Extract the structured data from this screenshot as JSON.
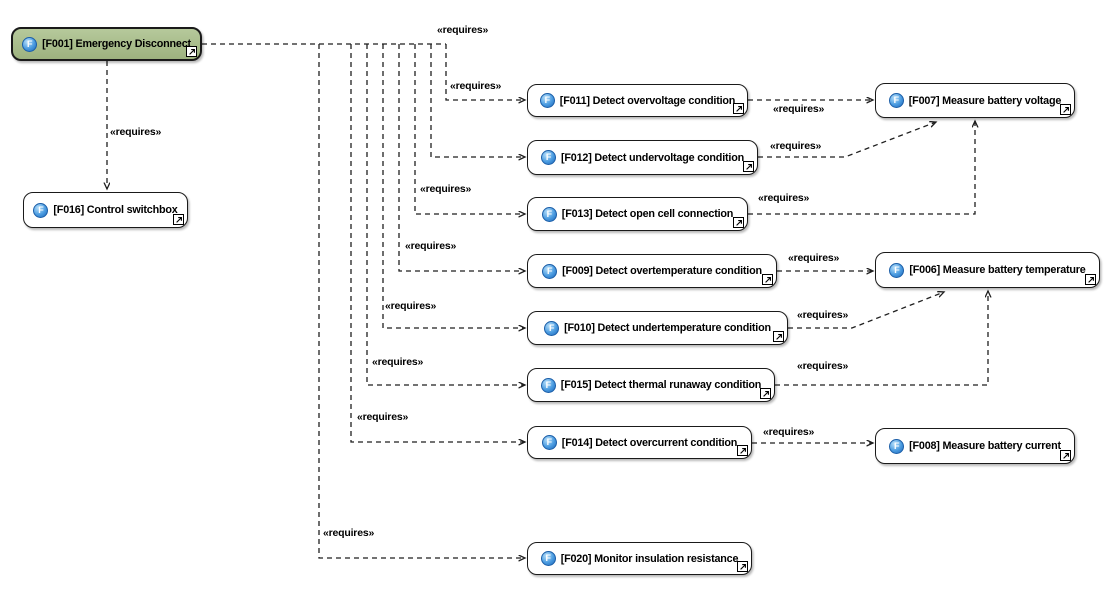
{
  "stereotype": "«requires»",
  "badge_letter": "F",
  "colors": {
    "root_fill_top": "#b6c99b",
    "root_fill_bottom": "#9db27f",
    "node_fill": "#ffffff",
    "border": "#1a1a1a",
    "badge_blue": "#1d66b8",
    "line": "#1f1f1f"
  },
  "nodes": [
    {
      "id": "F001",
      "label": "[F001] Emergency Disconnect"
    },
    {
      "id": "F016",
      "label": "[F016] Control switchbox"
    },
    {
      "id": "F011",
      "label": "[F011] Detect overvoltage condition"
    },
    {
      "id": "F012",
      "label": "[F012] Detect undervoltage condition"
    },
    {
      "id": "F013",
      "label": "[F013] Detect open cell connection"
    },
    {
      "id": "F009",
      "label": "[F009] Detect overtemperature condition"
    },
    {
      "id": "F010",
      "label": "[F010] Detect undertemperature condition"
    },
    {
      "id": "F015",
      "label": "[F015] Detect thermal runaway condition"
    },
    {
      "id": "F014",
      "label": "[F014] Detect overcurrent condition"
    },
    {
      "id": "F020",
      "label": "[F020] Monitor insulation resistance"
    },
    {
      "id": "F007",
      "label": "[F007] Measure battery voltage"
    },
    {
      "id": "F006",
      "label": "[F006] Measure battery temperature"
    },
    {
      "id": "F008",
      "label": "[F008] Measure battery current"
    }
  ],
  "edges": [
    {
      "from": "F001",
      "to": "F016",
      "label": "«requires»"
    },
    {
      "from": "F001",
      "to": "F011",
      "label": "«requires»"
    },
    {
      "from": "F001",
      "to": "F012",
      "label": "«requires»"
    },
    {
      "from": "F001",
      "to": "F013",
      "label": "«requires»"
    },
    {
      "from": "F001",
      "to": "F009",
      "label": "«requires»"
    },
    {
      "from": "F001",
      "to": "F010",
      "label": "«requires»"
    },
    {
      "from": "F001",
      "to": "F015",
      "label": "«requires»"
    },
    {
      "from": "F001",
      "to": "F014",
      "label": "«requires»"
    },
    {
      "from": "F001",
      "to": "F020",
      "label": "«requires»"
    },
    {
      "from": "F011",
      "to": "F007",
      "label": "«requires»"
    },
    {
      "from": "F012",
      "to": "F007",
      "label": "«requires»"
    },
    {
      "from": "F013",
      "to": "F007",
      "label": "«requires»"
    },
    {
      "from": "F009",
      "to": "F006",
      "label": "«requires»"
    },
    {
      "from": "F010",
      "to": "F006",
      "label": "«requires»"
    },
    {
      "from": "F015",
      "to": "F006",
      "label": "«requires»"
    },
    {
      "from": "F014",
      "to": "F008",
      "label": "«requires»"
    }
  ]
}
